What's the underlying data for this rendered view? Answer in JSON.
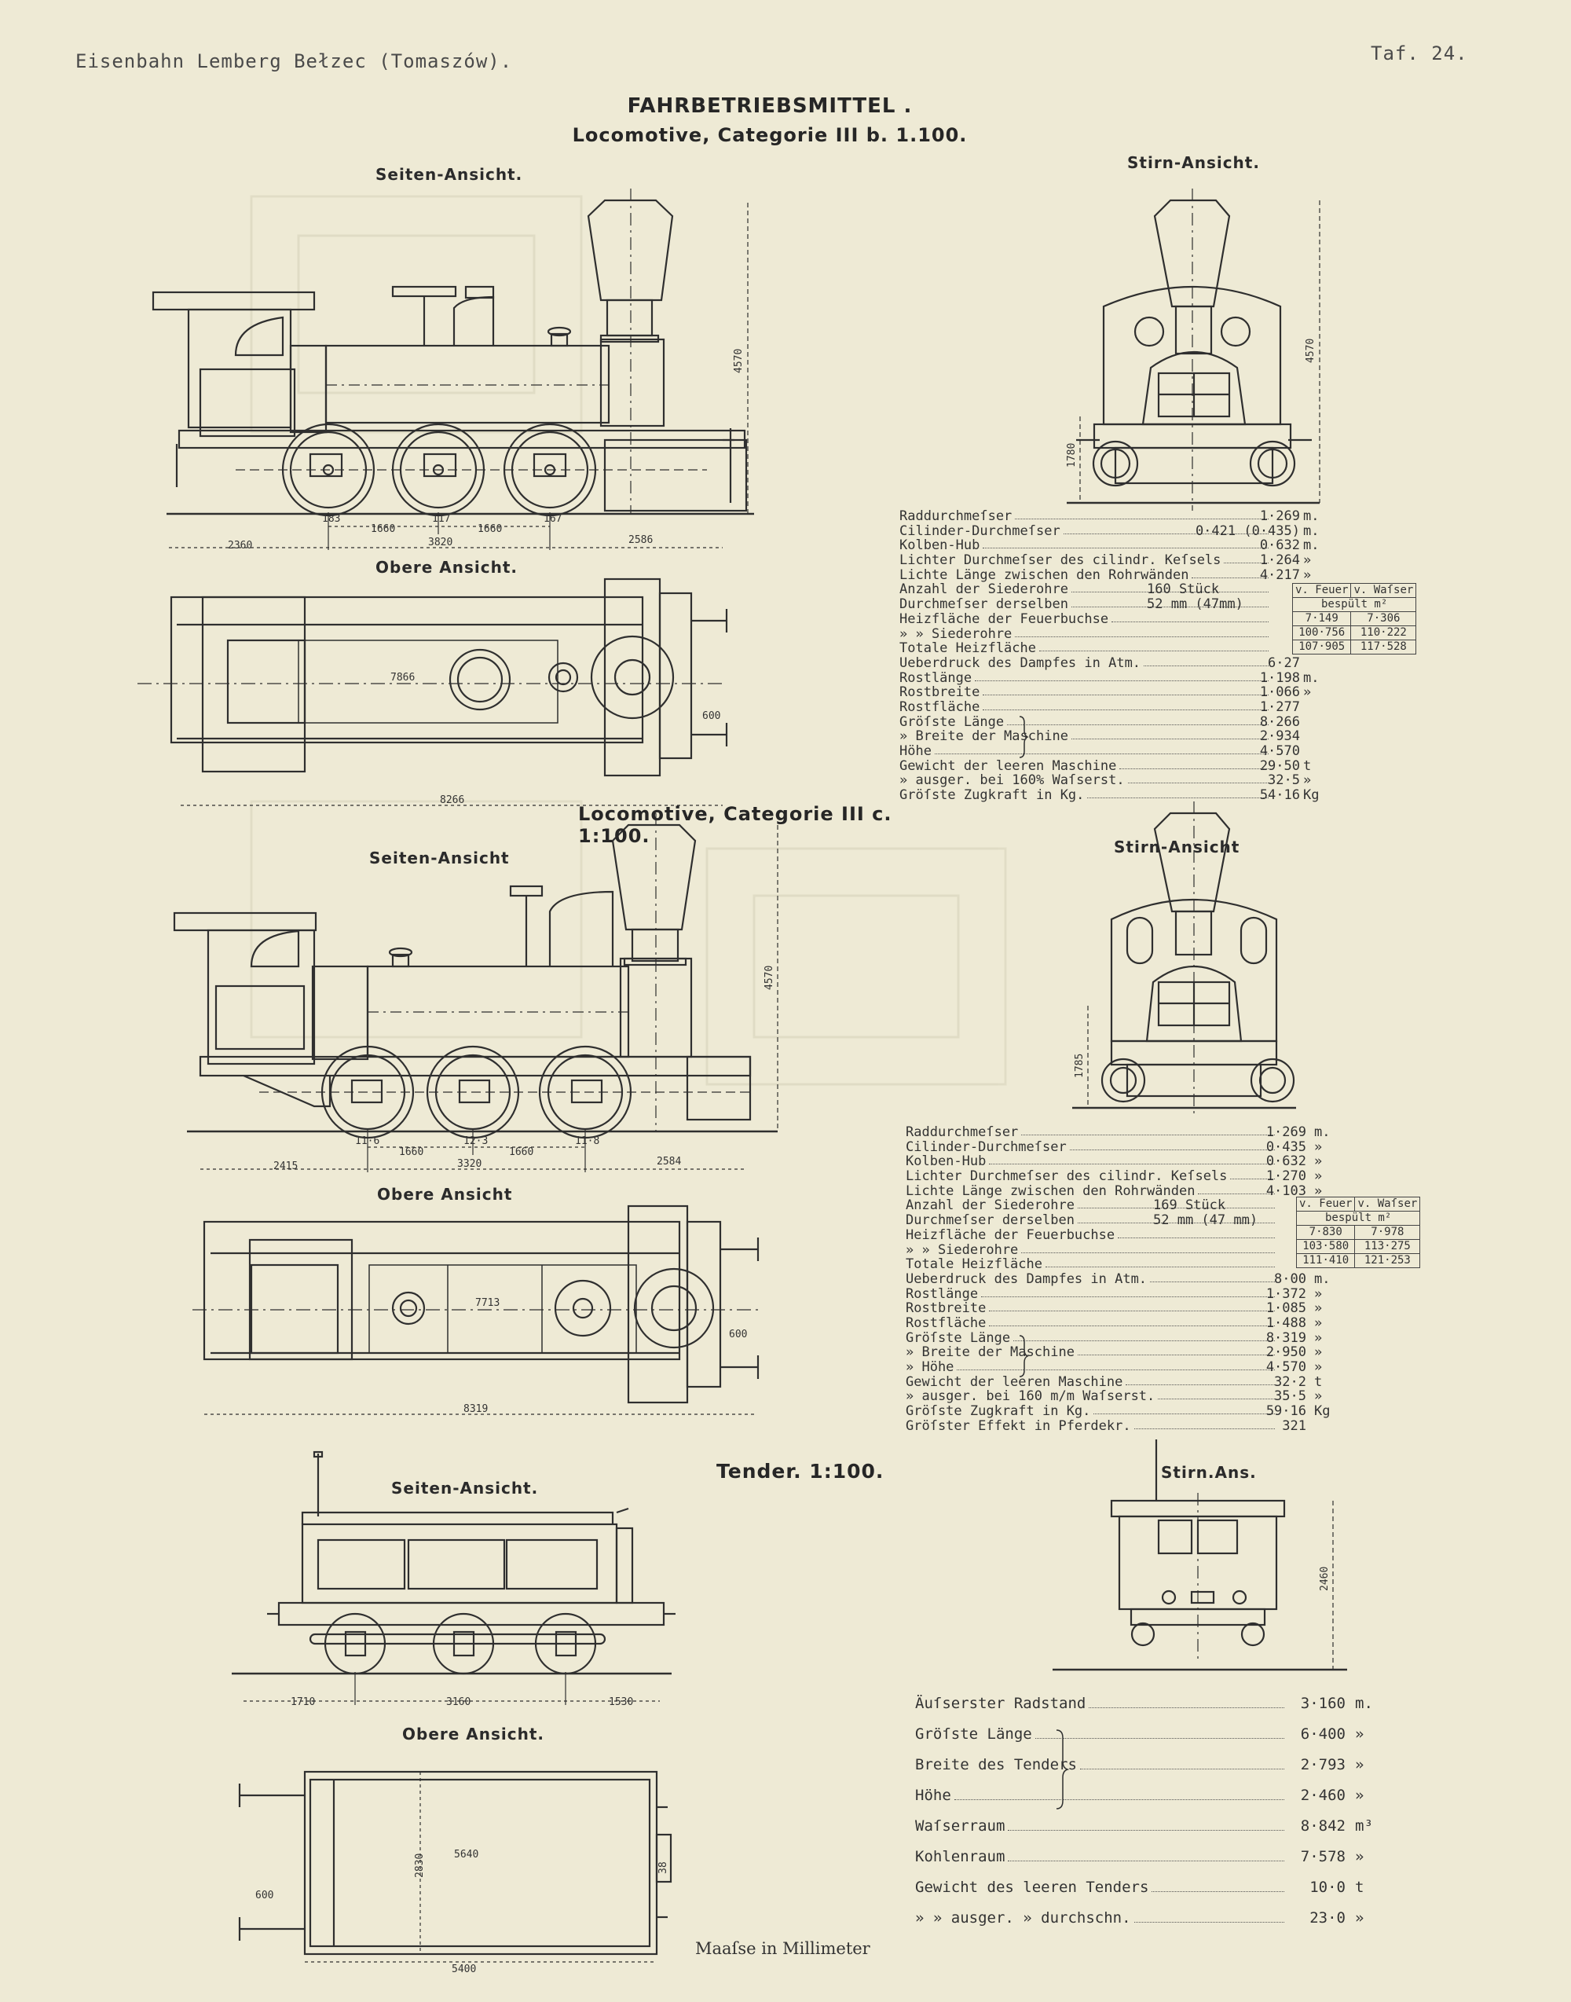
{
  "header": {
    "railway": "Eisenbahn Lemberg Bełzec (Tomaszów).",
    "plate_no": "Taf. 24.",
    "main_title": "FAHRBETRIEBSMITTEL .",
    "footer": "Maaſse in Millimeter"
  },
  "loco_a": {
    "title": "Locomotive, Categorie III b. 1.100.",
    "side_label": "Seiten-Ansicht.",
    "top_label": "Obere Ansicht.",
    "front_label": "Stirn-Ansicht.",
    "dims": {
      "height": "4570",
      "wb1": "1660",
      "wb2": "1660",
      "wheelbase": "3820",
      "rear": "2360",
      "front": "2586",
      "t1": "183",
      "t2": "117",
      "t3": "167",
      "boiler": "7866",
      "overall": "8266",
      "buffer": "600",
      "front_h": "4570",
      "front_axle": "1780"
    },
    "specs": [
      {
        "name": "Raddurchmeſser",
        "value": "1·269",
        "unit": "m."
      },
      {
        "name": "Cilinder-Durchmeſser",
        "value": "0·421 (0·435)",
        "unit": "m."
      },
      {
        "name": "Kolben-Hub",
        "value": "0·632",
        "unit": "m."
      },
      {
        "name": "Lichter Durchmeſser des cilindr. Keſsels",
        "value": "1·264",
        "unit": "»"
      },
      {
        "name": "Lichte Länge zwischen den Rohrwänden",
        "value": "4·217",
        "unit": "»"
      },
      {
        "name": "Anzahl der Siederohre",
        "mid": "160 Stück",
        "value": "",
        "unit": ""
      },
      {
        "name": "Durchmeſser derselben",
        "mid": "52 mm (47mm)",
        "value": "",
        "unit": ""
      },
      {
        "name": "Heizfläche der Feuerbuchse",
        "value": "",
        "unit": ""
      },
      {
        "name": "   »        »  Siederohre",
        "value": "",
        "unit": ""
      },
      {
        "name": "Totale Heizfläche",
        "value": "",
        "unit": ""
      },
      {
        "name": "Ueberdruck des Dampfes in Atm.",
        "value": "6·27",
        "unit": ""
      },
      {
        "name": "Rostlänge",
        "value": "1·198",
        "unit": "m."
      },
      {
        "name": "Rostbreite",
        "value": "1·066",
        "unit": "»"
      },
      {
        "name": "Rostfläche",
        "value": "1·277",
        "unit": ""
      },
      {
        "name": "Gröſste Länge",
        "value": "8·266",
        "unit": ""
      },
      {
        "name": "   »  Breite    der Maschine",
        "value": "2·934",
        "unit": ""
      },
      {
        "name": "      Höhe",
        "value": "4·570",
        "unit": ""
      },
      {
        "name": "Gewicht der leeren Maschine",
        "value": "29·50",
        "unit": "t"
      },
      {
        "name": "      »    ausger.   bei 160% Waſserst.",
        "value": "32·5",
        "unit": "»"
      },
      {
        "name": "Gröſste Zugkraft in Kg.",
        "value": "54·16",
        "unit": "Kg"
      }
    ],
    "heat": {
      "hdr1": "v. Feuer",
      "hdr2": "v. Waſser",
      "sub": "bespült m²",
      "rows": [
        [
          "7·149",
          "7·306"
        ],
        [
          "100·756",
          "110·222"
        ],
        [
          "107·905",
          "117·528"
        ]
      ]
    }
  },
  "loco_b": {
    "title": "Locomotive, Categorie III c. 1:100.",
    "side_label": "Seiten-Ansicht",
    "top_label": "Obere Ansicht",
    "front_label": "Stirn-Ansicht",
    "dims": {
      "height": "4570",
      "wb1": "1660",
      "wb2": "1660",
      "wheelbase": "3320",
      "rear": "2415",
      "front": "2584",
      "t1": "11·6",
      "t2": "12·3",
      "t3": "11·8",
      "boiler": "7713",
      "overall": "8319",
      "buffer": "600",
      "front_axle": "1785"
    },
    "specs": [
      {
        "name": "Raddurchmeſser",
        "value": "1·269",
        "unit": "m."
      },
      {
        "name": "Cilinder-Durchmeſser",
        "value": "0·435",
        "unit": "»"
      },
      {
        "name": "Kolben-Hub",
        "value": "0·632",
        "unit": "»"
      },
      {
        "name": "Lichter Durchmeſser des cilindr. Keſsels",
        "value": "1·270",
        "unit": "»"
      },
      {
        "name": "Lichte Länge zwischen den Rohrwänden",
        "value": "4·103",
        "unit": "»"
      },
      {
        "name": "Anzahl der Siederohre",
        "mid": "169 Stück",
        "value": "",
        "unit": ""
      },
      {
        "name": "Durchmeſser derselben",
        "mid": "52 mm (47 mm)",
        "value": "",
        "unit": ""
      },
      {
        "name": "Heizfläche der Feuerbuchse",
        "value": "",
        "unit": ""
      },
      {
        "name": "     »       »  Siederohre",
        "value": "",
        "unit": ""
      },
      {
        "name": "Totale Heizfläche",
        "value": "",
        "unit": ""
      },
      {
        "name": "Ueberdruck des Dampfes in Atm.",
        "value": "8·00",
        "unit": "m."
      },
      {
        "name": "Rostlänge",
        "value": "1·372",
        "unit": "»"
      },
      {
        "name": "Rostbreite",
        "value": "1·085",
        "unit": "»"
      },
      {
        "name": "Rostfläche",
        "value": "1·488",
        "unit": "»"
      },
      {
        "name": "Gröſste Länge",
        "value": "8·319",
        "unit": "»"
      },
      {
        "name": "   »  Breite    der Maschine",
        "value": "2·950",
        "unit": "»"
      },
      {
        "name": "   »  Höhe",
        "value": "4·570",
        "unit": "»"
      },
      {
        "name": "Gewicht der leeren Maschine",
        "value": "32·2",
        "unit": "t"
      },
      {
        "name": "      »    ausger.   bei 160 m/m Waſserst.",
        "value": "35·5",
        "unit": "»"
      },
      {
        "name": "Gröſste Zugkraft in Kg.",
        "value": "59·16",
        "unit": "Kg"
      },
      {
        "name": "Gröſster Effekt in Pferdekr.",
        "value": "321",
        "unit": ""
      }
    ],
    "heat": {
      "hdr1": "v. Feuer",
      "hdr2": "v. Waſser",
      "sub": "bespült m²",
      "rows": [
        [
          "7·830",
          "7·978"
        ],
        [
          "103·580",
          "113·275"
        ],
        [
          "111·410",
          "121·253"
        ]
      ]
    }
  },
  "tender": {
    "title": "Tender. 1:100.",
    "side_label": "Seiten-Ansicht.",
    "top_label": "Obere Ansicht.",
    "front_label": "Stirn.Ans.",
    "dims": {
      "rear": "1710",
      "wheelbase": "3160",
      "front": "1530",
      "length": "5640",
      "width": "2830",
      "overall": "5400",
      "buffer": "600",
      "side": "38",
      "front_h": "2460"
    },
    "specs": [
      {
        "name": "Äuſserster Radstand",
        "value": "3·160",
        "unit": "m."
      },
      {
        "name": "Gröſste Länge",
        "value": "6·400",
        "unit": "»"
      },
      {
        "name": "       Breite      des Tenders",
        "value": "2·793",
        "unit": "»"
      },
      {
        "name": "       Höhe",
        "value": "2·460",
        "unit": "»"
      },
      {
        "name": "Waſserraum",
        "value": "8·842",
        "unit": "m³"
      },
      {
        "name": "Kohlenraum",
        "value": "7·578",
        "unit": "»"
      },
      {
        "name": "Gewicht des leeren Tenders",
        "value": "10·0",
        "unit": "t"
      },
      {
        "name": "   »      »   ausger.   »   durchschn.",
        "value": "23·0",
        "unit": "»"
      }
    ]
  }
}
